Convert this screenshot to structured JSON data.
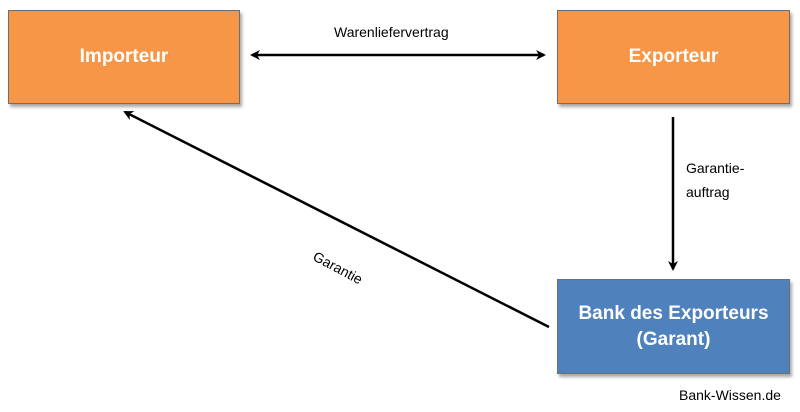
{
  "nodes": {
    "importeur": "Importeur",
    "exporteur": "Exporteur",
    "bank_line1": "Bank des Exporteurs",
    "bank_line2": "(Garant)"
  },
  "edges": {
    "warenliefervertrag": "Warenliefervertrag",
    "garantieauftrag_line1": "Garantie-",
    "garantieauftrag_line2": "auftrag",
    "garantie": "Garantie"
  },
  "colors": {
    "node_orange": "#f79646",
    "node_blue": "#4f81bd",
    "arrow": "#000000"
  },
  "footer": "Bank-Wissen.de"
}
